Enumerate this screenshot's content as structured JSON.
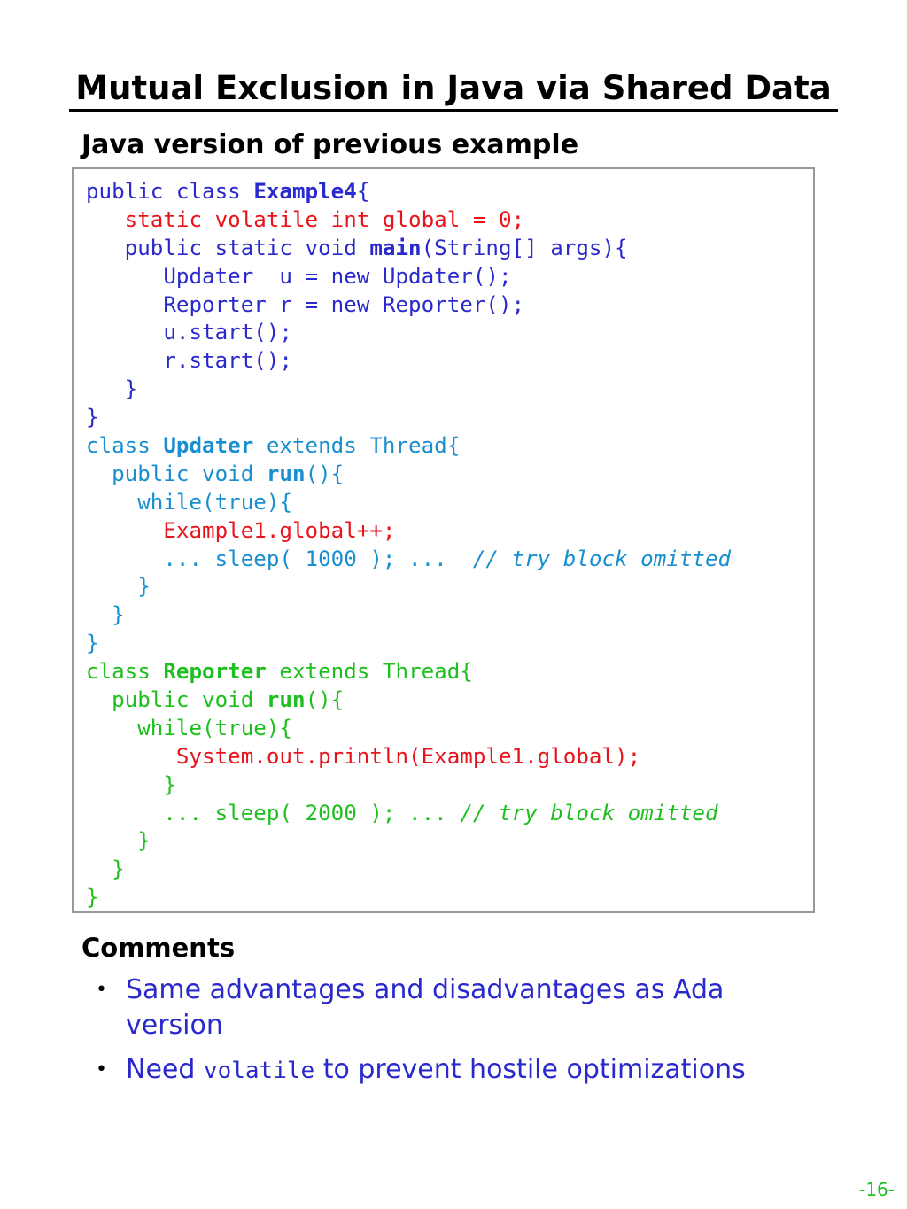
{
  "slide": {
    "title": "Mutual Exclusion in Java via Shared Data",
    "subtitle": "Java version of previous example",
    "comments_heading": "Comments",
    "bullets": [
      {
        "text": "Same advantages and disadvantages as Ada version"
      },
      {
        "pre": "Need ",
        "code": "volatile",
        "post": " to prevent hostile optimizations"
      }
    ],
    "page_number": "-16-"
  },
  "code": {
    "lines": [
      [
        {
          "t": "public class ",
          "c": "blue"
        },
        {
          "t": "Example4",
          "c": "blue",
          "b": true
        },
        {
          "t": "{",
          "c": "blue"
        }
      ],
      [
        {
          "t": "   static volatile int global = 0;",
          "c": "red"
        }
      ],
      [
        {
          "t": "   public static void ",
          "c": "blue"
        },
        {
          "t": "main",
          "c": "blue",
          "b": true
        },
        {
          "t": "(String[] args){",
          "c": "blue"
        }
      ],
      [
        {
          "t": "      Updater  u = new Updater();",
          "c": "blue"
        }
      ],
      [
        {
          "t": "      Reporter r = new Reporter();",
          "c": "blue"
        }
      ],
      [
        {
          "t": "      u.start();",
          "c": "blue"
        }
      ],
      [
        {
          "t": "      r.start();",
          "c": "blue"
        }
      ],
      [
        {
          "t": "   }",
          "c": "blue"
        }
      ],
      [
        {
          "t": "}",
          "c": "blue"
        }
      ],
      [
        {
          "t": "class ",
          "c": "cyan"
        },
        {
          "t": "Updater",
          "c": "cyan",
          "b": true
        },
        {
          "t": " extends Thread{",
          "c": "cyan"
        }
      ],
      [
        {
          "t": "  public void ",
          "c": "cyan"
        },
        {
          "t": "run",
          "c": "cyan",
          "b": true
        },
        {
          "t": "(){",
          "c": "cyan"
        }
      ],
      [
        {
          "t": "    while(true){",
          "c": "cyan"
        }
      ],
      [
        {
          "t": "      Example1.global++;",
          "c": "red"
        }
      ],
      [
        {
          "t": "      ... sleep( 1000 ); ...  ",
          "c": "cyan"
        },
        {
          "t": "// try block omitted",
          "c": "cyan",
          "i": true
        }
      ],
      [
        {
          "t": "    }",
          "c": "cyan"
        }
      ],
      [
        {
          "t": "  }",
          "c": "cyan"
        }
      ],
      [
        {
          "t": "}",
          "c": "cyan"
        }
      ],
      [
        {
          "t": "class ",
          "c": "green"
        },
        {
          "t": "Reporter",
          "c": "green",
          "b": true
        },
        {
          "t": " extends Thread{",
          "c": "green"
        }
      ],
      [
        {
          "t": "  public void ",
          "c": "green"
        },
        {
          "t": "run",
          "c": "green",
          "b": true
        },
        {
          "t": "(){",
          "c": "green"
        }
      ],
      [
        {
          "t": "    while(true){",
          "c": "green"
        }
      ],
      [
        {
          "t": "       System.out.println(Example1.global);",
          "c": "red"
        }
      ],
      [
        {
          "t": "      }",
          "c": "green"
        }
      ],
      [
        {
          "t": "      ... sleep( 2000 ); ... ",
          "c": "green"
        },
        {
          "t": "// try block omitted",
          "c": "green",
          "i": true
        }
      ],
      [
        {
          "t": "    }",
          "c": "green"
        }
      ],
      [
        {
          "t": "  }",
          "c": "green"
        }
      ],
      [
        {
          "t": "}",
          "c": "green"
        }
      ]
    ]
  },
  "colors": {
    "blue": "#2a2acc",
    "red": "#e8141c",
    "cyan": "#1a8fd0",
    "green": "#1fbf1f"
  }
}
